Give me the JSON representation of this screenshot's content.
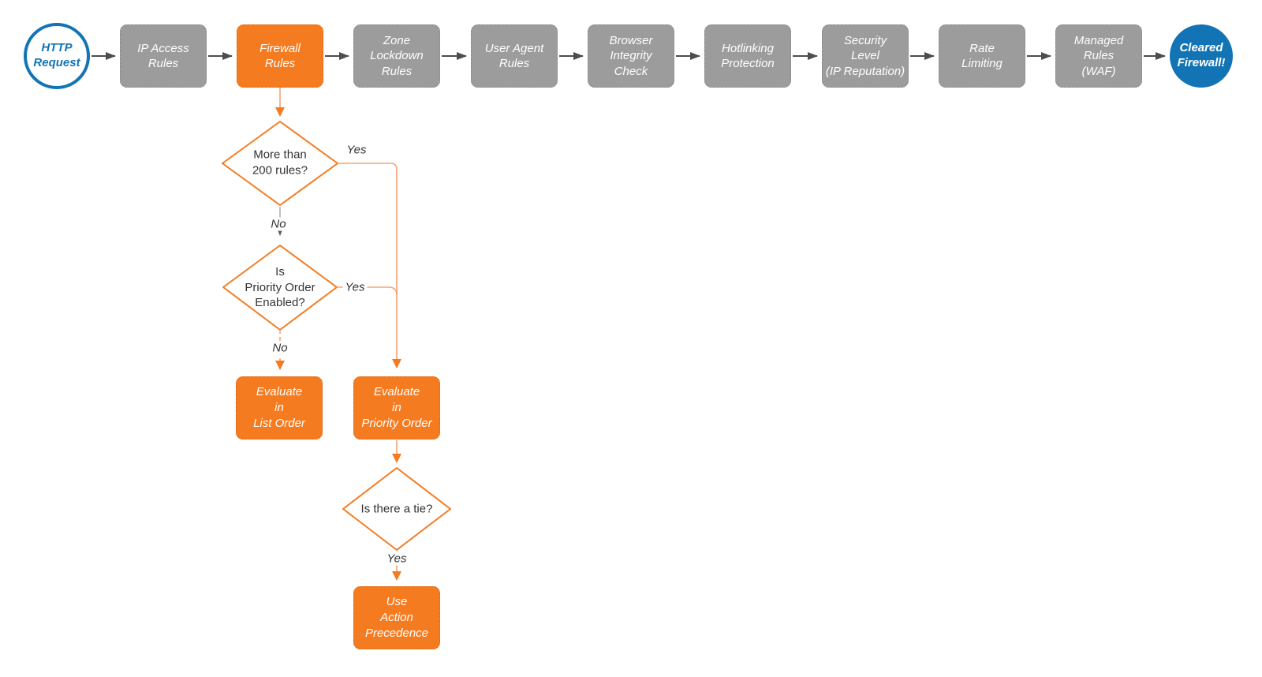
{
  "colors": {
    "accent_orange": "#F57B20",
    "connector_orange_line": "#F6A272",
    "node_gray": "#9C9C9C",
    "connector_gray": "#4D4D4D",
    "brand_blue": "#1274B5",
    "text_dark": "#333333",
    "node_text": "#FFFFFF"
  },
  "flow": {
    "start": {
      "label": "HTTP\nRequest"
    },
    "steps": [
      {
        "label": "IP Access\nRules"
      },
      {
        "label": "Firewall\nRules",
        "highlighted": true
      },
      {
        "label": "Zone\nLockdown\nRules"
      },
      {
        "label": "User Agent\nRules"
      },
      {
        "label": "Browser\nIntegrity\nCheck"
      },
      {
        "label": "Hotlinking\nProtection"
      },
      {
        "label": "Security\nLevel\n(IP Reputation)"
      },
      {
        "label": "Rate\nLimiting"
      },
      {
        "label": "Managed\nRules\n(WAF)"
      }
    ],
    "end": {
      "label": "Cleared\nFirewall!"
    },
    "decisions": [
      {
        "label": "More than\n200 rules?",
        "yes": "Yes",
        "no": "No"
      },
      {
        "label": "Is\nPriority Order\nEnabled?",
        "yes": "Yes",
        "no": "No"
      },
      {
        "label": "Is there a tie?",
        "yes": "Yes"
      }
    ],
    "actions": [
      {
        "label": "Evaluate\nin\nList Order"
      },
      {
        "label": "Evaluate\nin\nPriority Order"
      },
      {
        "label": "Use\nAction\nPrecedence"
      }
    ]
  }
}
